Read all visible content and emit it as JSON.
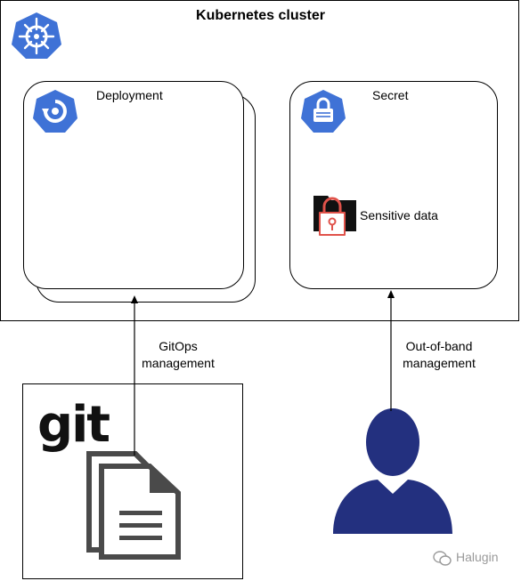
{
  "cluster": {
    "title": "Kubernetes cluster"
  },
  "deployment": {
    "label": "Deployment"
  },
  "secret": {
    "label": "Secret",
    "content_label": "Sensitive data"
  },
  "flows": {
    "gitops": {
      "line1": "GitOps",
      "line2": "management"
    },
    "oob": {
      "line1": "Out-of-band",
      "line2": "management"
    }
  },
  "git": {
    "logo_text": "git"
  },
  "watermark": {
    "text": "Halugin"
  },
  "icons": {
    "cluster": "kubernetes-helm-icon",
    "deployment": "deployment-icon",
    "secret": "secret-lock-icon",
    "sensitive": "locked-folder-icon",
    "documents": "documents-icon",
    "user": "user-icon"
  },
  "colors": {
    "k8s_blue": "#3f72d6",
    "user_navy": "#23307f",
    "lock_red": "#e0524a",
    "doc_gray": "#4a4a4a"
  }
}
